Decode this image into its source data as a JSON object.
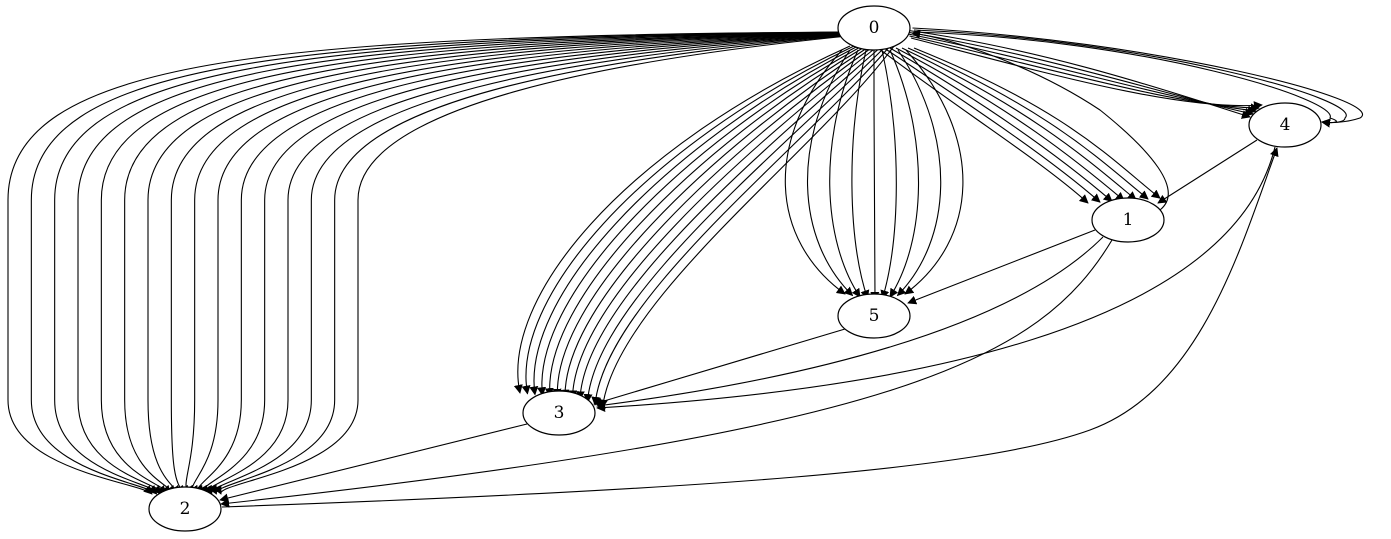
{
  "graph": {
    "nodes": [
      {
        "id": "0",
        "label": "0"
      },
      {
        "id": "4",
        "label": "4"
      },
      {
        "id": "1",
        "label": "1"
      },
      {
        "id": "5",
        "label": "5"
      },
      {
        "id": "3",
        "label": "3"
      },
      {
        "id": "2",
        "label": "2"
      }
    ],
    "edges": [
      {
        "from": "0",
        "to": "2",
        "count": 16
      },
      {
        "from": "0",
        "to": "3",
        "count": 12
      },
      {
        "from": "0",
        "to": "5",
        "count": 9
      },
      {
        "from": "0",
        "to": "1",
        "count": 7
      },
      {
        "from": "0",
        "to": "4",
        "count": 8
      },
      {
        "from": "1",
        "to": "0",
        "count": 1
      },
      {
        "from": "4",
        "to": "1",
        "count": 1
      },
      {
        "from": "4",
        "to": "3",
        "count": 1
      },
      {
        "from": "1",
        "to": "5",
        "count": 1
      },
      {
        "from": "1",
        "to": "3",
        "count": 1
      },
      {
        "from": "1",
        "to": "2",
        "count": 1
      },
      {
        "from": "5",
        "to": "3",
        "count": 1
      },
      {
        "from": "3",
        "to": "2",
        "count": 1
      },
      {
        "from": "2",
        "to": "4",
        "count": 1
      }
    ]
  }
}
